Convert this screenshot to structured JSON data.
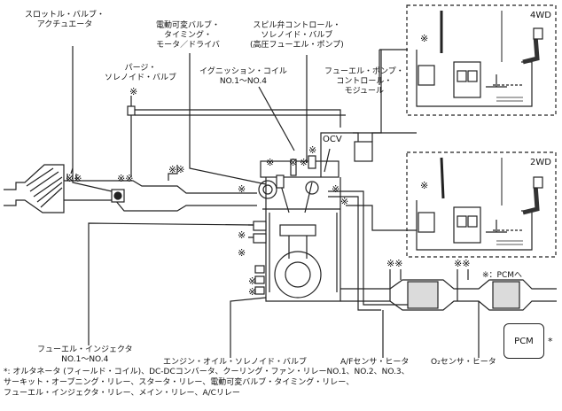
{
  "labels": {
    "throttle": [
      "スロットル・バルブ・",
      "アクチュエータ"
    ],
    "purge": [
      "パージ・",
      "ソレノイド・バルブ"
    ],
    "vvt": [
      "電動可変バルブ・",
      "タイミング・",
      "モータ／ドライバ"
    ],
    "spill": [
      "スピル弁コントロール・",
      "ソレノイド・バルブ",
      "(高圧フューエル・ポンプ)"
    ],
    "ignition": [
      "イグニッション・コイル",
      "NO.1〜NO.4"
    ],
    "fuel_pump_module": [
      "フューエル・ポンプ・",
      "コントロール・",
      "モジュール"
    ],
    "ocv": "OCV",
    "injector": [
      "フューエル・インジェクタ",
      "NO.1〜NO.4"
    ],
    "eng_oil": "エンジン・オイル・ソレノイド・バルブ",
    "af_sensor": "A/Fセンサ・ヒータ",
    "o2_sensor": "O₂センサ・ヒータ",
    "pcm": "PCM",
    "pcm_star": "*",
    "legend": "※：PCMへ",
    "wd4": "4WD",
    "wd2": "2WD",
    "mark_single": "※",
    "mark_double": "※※"
  },
  "footnote": [
    "*: オルタネータ (フィールド・コイル)、DC-DCコンバータ、クーリング・ファン・リレーNO.1、NO.2、NO.3、",
    "サーキット・オープニング・リレー、スタータ・リレー、電動可変バルブ・タイミング・リレー、",
    "フューエル・インジェクタ・リレー、メイン・リレー、A/Cリレー"
  ]
}
